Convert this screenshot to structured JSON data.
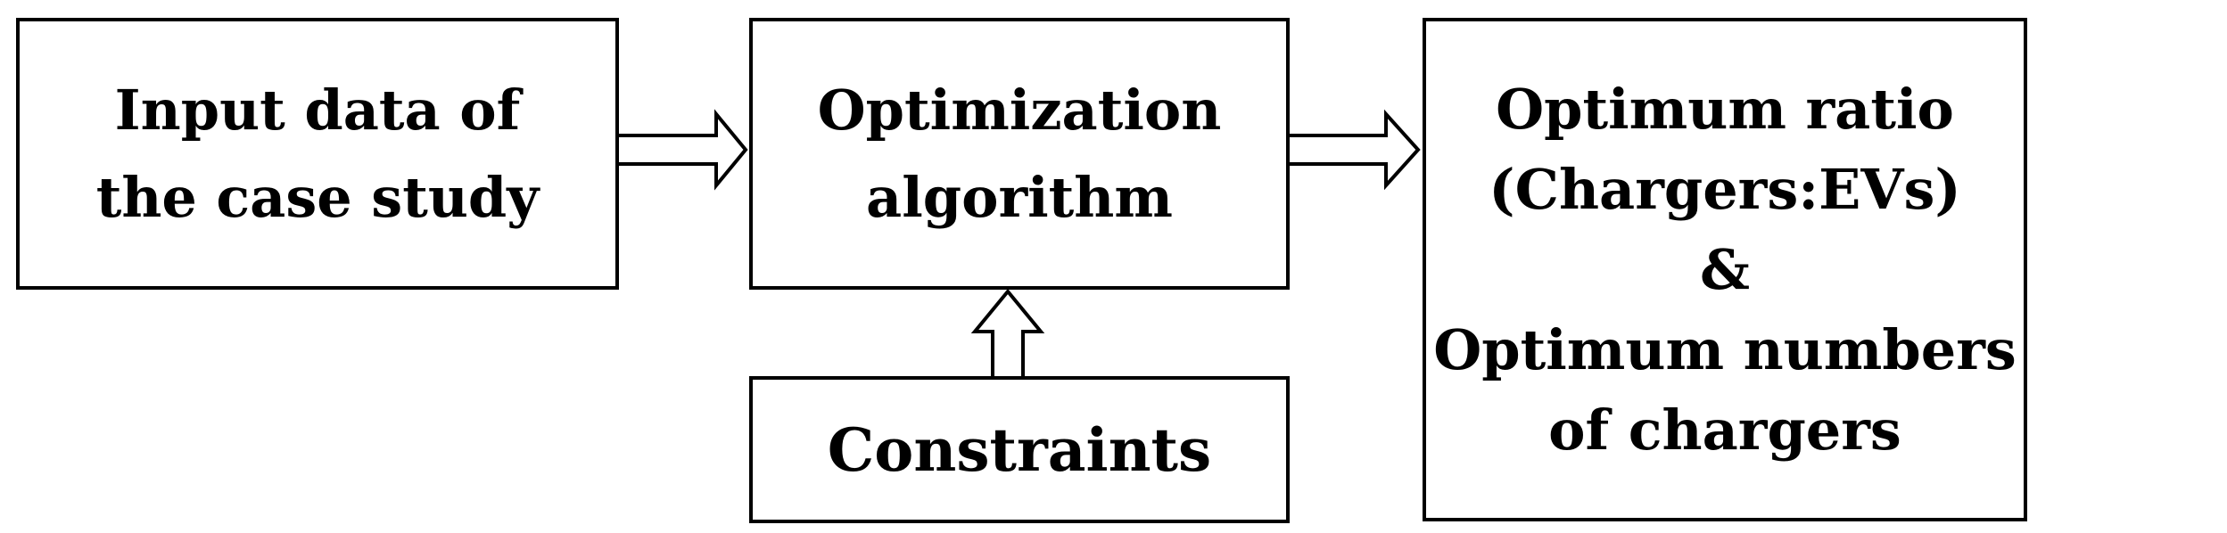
{
  "diagram": {
    "input_box": {
      "lines": [
        "Input data of",
        "the case study"
      ]
    },
    "optimization_box": {
      "lines": [
        "Optimization",
        "algorithm"
      ]
    },
    "constraints_box": {
      "lines": [
        "Constraints"
      ]
    },
    "output_box": {
      "lines": [
        "Optimum ratio",
        "(Chargers:EVs)",
        "&",
        "Optimum numbers",
        "of chargers"
      ]
    },
    "colors": {
      "stroke": "#000000",
      "fill": "#ffffff"
    }
  }
}
